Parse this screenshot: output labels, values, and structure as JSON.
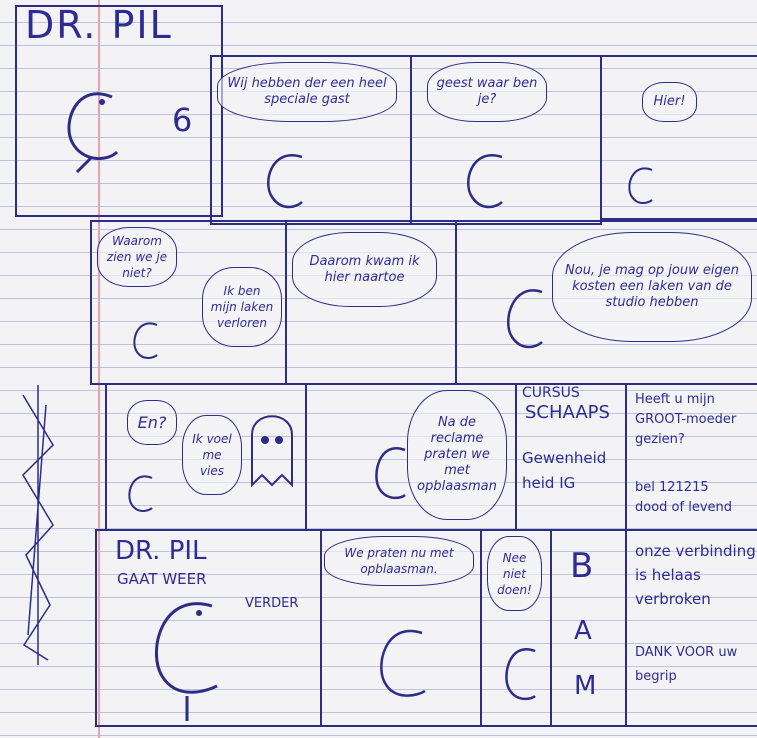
{
  "title": "DR. PIL",
  "episode": "6",
  "panels": {
    "p1": "Wij hebben der een heel speciale gast",
    "p2": "geest waar ben je?",
    "p3": "Hier!",
    "p4a": "Waarom zien we je niet?",
    "p4b": "Ik ben mijn laken verloren",
    "p5": "Daarom kwam ik hier naartoe",
    "p6": "Nou, je mag op jouw eigen kosten een laken van de studio hebben",
    "p7a": "En?",
    "p7b": "Ik voel me vies",
    "p8": "Na de reclame praten we met opblaasman",
    "ad1_title": "CURSUS",
    "ad1_line2": "SCHAAPS",
    "ad1_line3": "Gewenheid",
    "ad1_line4": "heid IG",
    "ad2_line1": "Heeft u mijn GROOT-moeder gezien?",
    "ad2_line2": "bel 121215",
    "ad2_line3": "dood of levend",
    "p9_title": "DR. PIL",
    "p9_sub": "GAAT WEER",
    "p9_sub2": "VERDER",
    "p10": "We praten nu met opblaasman.",
    "p11": "Nee niet doen!",
    "bam": [
      "B",
      "A",
      "M"
    ],
    "end1": "onze verbinding is helaas verbroken",
    "end2": "DANK VOOR uw begrip"
  },
  "colors": {
    "ink": "#2e2c93",
    "paper": "#f3f2f4",
    "margin": "#e7a2b0"
  }
}
